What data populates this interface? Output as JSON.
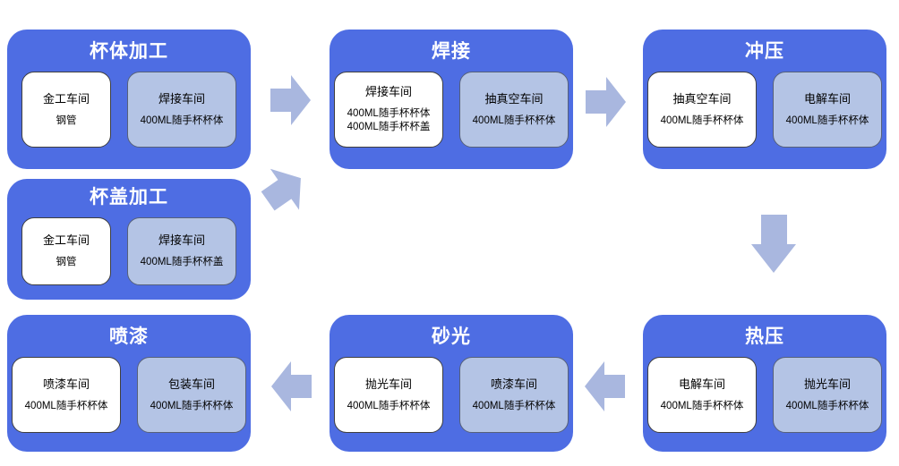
{
  "diagram": {
    "type": "process-flowchart",
    "colors": {
      "block_bg": "#4e6de3",
      "card_white_bg": "#ffffff",
      "card_light_bg": "#b4c4e5",
      "arrow_fill": "#a9b7df",
      "title_text": "#ffffff",
      "card_text": "#000000"
    },
    "blocks": [
      {
        "id": "cup-body-processing",
        "title": "杯体加工",
        "cards": [
          {
            "variant": "white",
            "title": "金工车间",
            "lines": [
              "钢管"
            ]
          },
          {
            "variant": "light",
            "title": "焊接车间",
            "lines": [
              "400ML随手杯杯体"
            ]
          }
        ]
      },
      {
        "id": "welding",
        "title": "焊接",
        "cards": [
          {
            "variant": "white",
            "title": "焊接车间",
            "lines": [
              "400ML随手杯杯体",
              "400ML随手杯杯盖"
            ]
          },
          {
            "variant": "light",
            "title": "抽真空车间",
            "lines": [
              "400ML随手杯杯体"
            ]
          }
        ]
      },
      {
        "id": "stamping",
        "title": "冲压",
        "cards": [
          {
            "variant": "white",
            "title": "抽真空车间",
            "lines": [
              "400ML随手杯杯体"
            ]
          },
          {
            "variant": "light",
            "title": "电解车间",
            "lines": [
              "400ML随手杯杯体"
            ]
          }
        ]
      },
      {
        "id": "cup-lid-processing",
        "title": "杯盖加工",
        "cards": [
          {
            "variant": "white",
            "title": "金工车间",
            "lines": [
              "钢管"
            ]
          },
          {
            "variant": "light",
            "title": "焊接车间",
            "lines": [
              "400ML随手杯杯盖"
            ]
          }
        ]
      },
      {
        "id": "painting",
        "title": "喷漆",
        "cards": [
          {
            "variant": "white",
            "title": "喷漆车间",
            "lines": [
              "400ML随手杯杯体"
            ]
          },
          {
            "variant": "light",
            "title": "包装车间",
            "lines": [
              "400ML随手杯杯体"
            ]
          }
        ]
      },
      {
        "id": "sanding",
        "title": "砂光",
        "cards": [
          {
            "variant": "white",
            "title": "抛光车间",
            "lines": [
              "400ML随手杯杯体"
            ]
          },
          {
            "variant": "light",
            "title": "喷漆车间",
            "lines": [
              "400ML随手杯杯体"
            ]
          }
        ]
      },
      {
        "id": "hot-pressing",
        "title": "热压",
        "cards": [
          {
            "variant": "white",
            "title": "电解车间",
            "lines": [
              "400ML随手杯杯体"
            ]
          },
          {
            "variant": "light",
            "title": "抛光车间",
            "lines": [
              "400ML随手杯杯体"
            ]
          }
        ]
      }
    ],
    "arrows": [
      {
        "from": "cup-body-processing",
        "to": "welding",
        "direction": "right"
      },
      {
        "from": "cup-lid-processing",
        "to": "welding",
        "direction": "up-right"
      },
      {
        "from": "welding",
        "to": "stamping",
        "direction": "right"
      },
      {
        "from": "stamping",
        "to": "hot-pressing",
        "direction": "down"
      },
      {
        "from": "hot-pressing",
        "to": "sanding",
        "direction": "left"
      },
      {
        "from": "sanding",
        "to": "painting",
        "direction": "left"
      }
    ]
  }
}
